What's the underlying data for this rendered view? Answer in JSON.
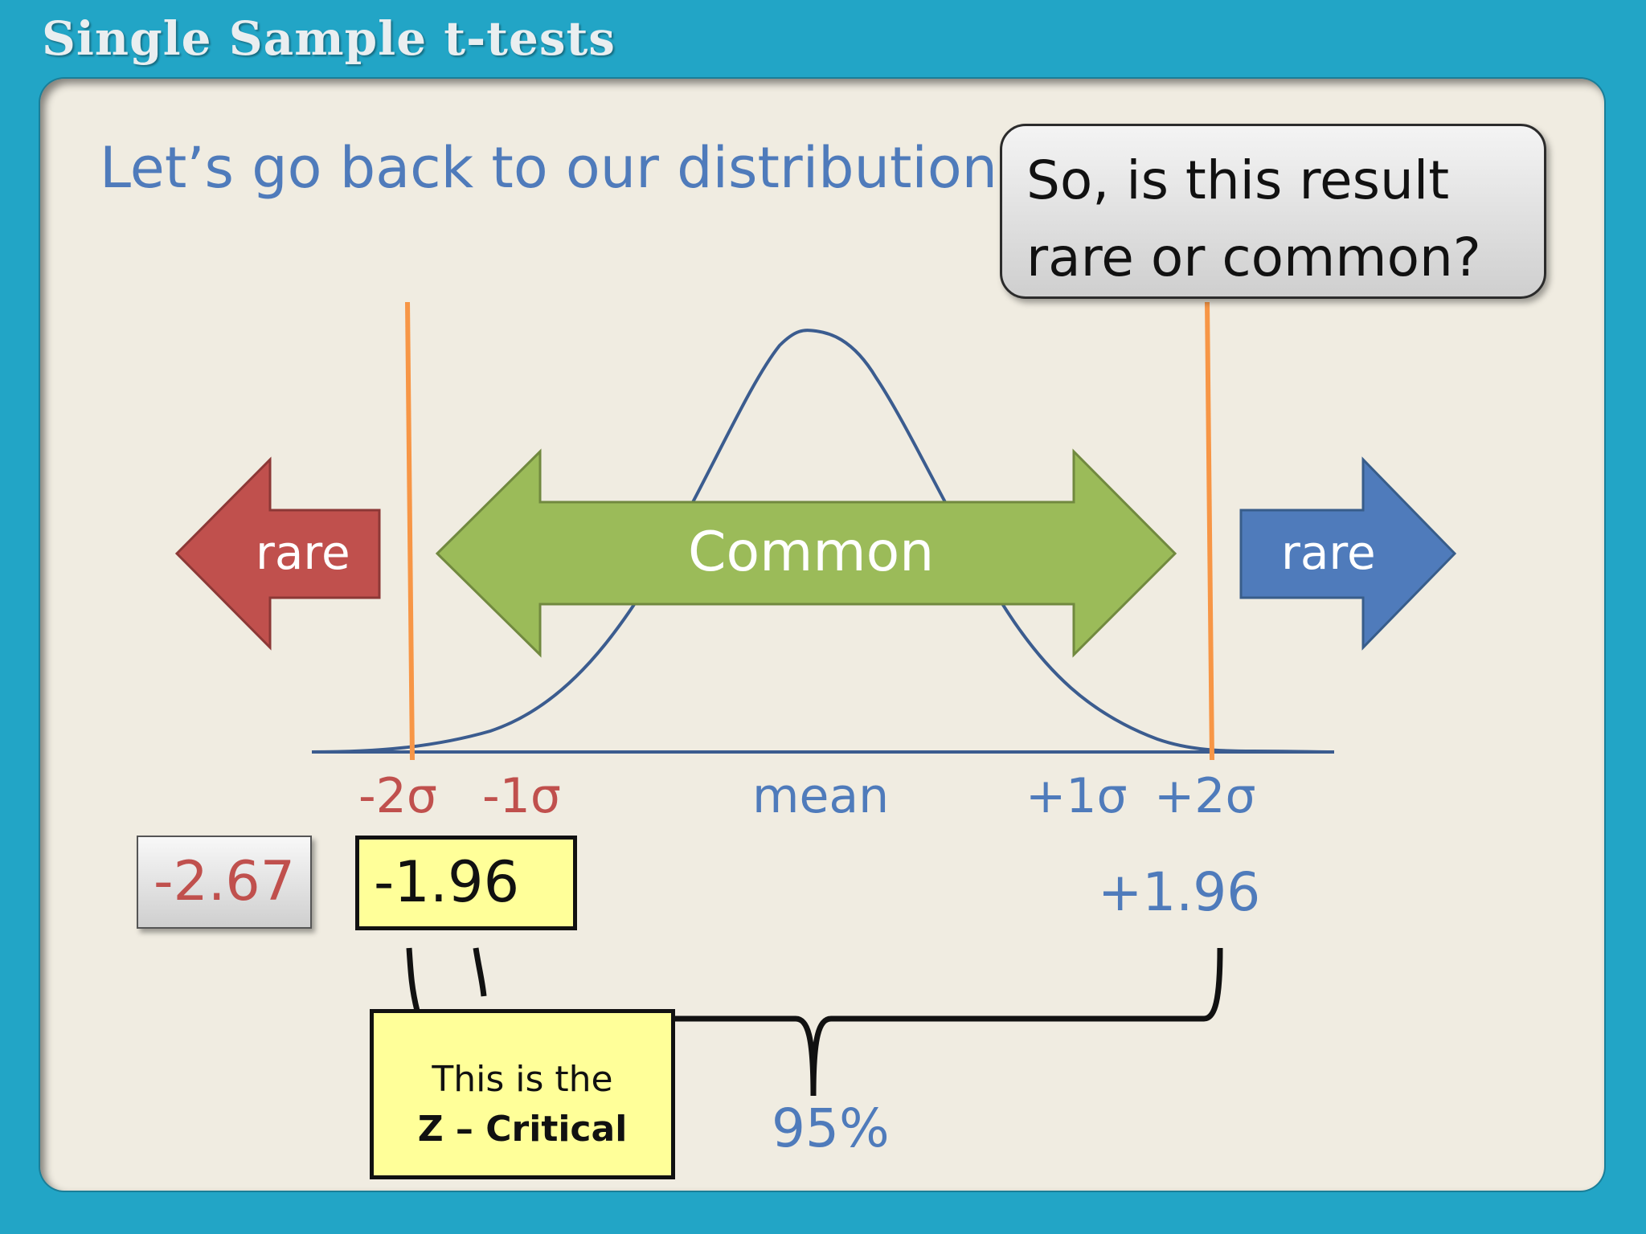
{
  "slide": {
    "title": "Single Sample t-tests",
    "heading": "Let’s go back to our distribution:",
    "callout": {
      "line1": "So, is this result",
      "line2": "rare or common?"
    }
  },
  "arrows": {
    "left_rare": {
      "label": "rare",
      "color": "#c0504d"
    },
    "common": {
      "label": "Common",
      "color": "#9bbb59"
    },
    "right_rare": {
      "label": "rare",
      "color": "#4f7bbb"
    }
  },
  "axis_labels": {
    "minus2sigma": "-2σ",
    "minus1sigma": "-1σ",
    "mean": "mean",
    "plus1sigma": "+1σ",
    "plus2sigma": "+2σ"
  },
  "values": {
    "sample_result": "-2.67",
    "z_critical_low": "-1.96",
    "z_critical_high": "+1.96",
    "coverage": "95%"
  },
  "note": {
    "line1": "This is the",
    "line2": "Z – Critical"
  },
  "colors": {
    "background": "#22a5c6",
    "panel": "#f0ece1",
    "critical_lines": "#f79646",
    "curve": "#3b5c8f"
  }
}
